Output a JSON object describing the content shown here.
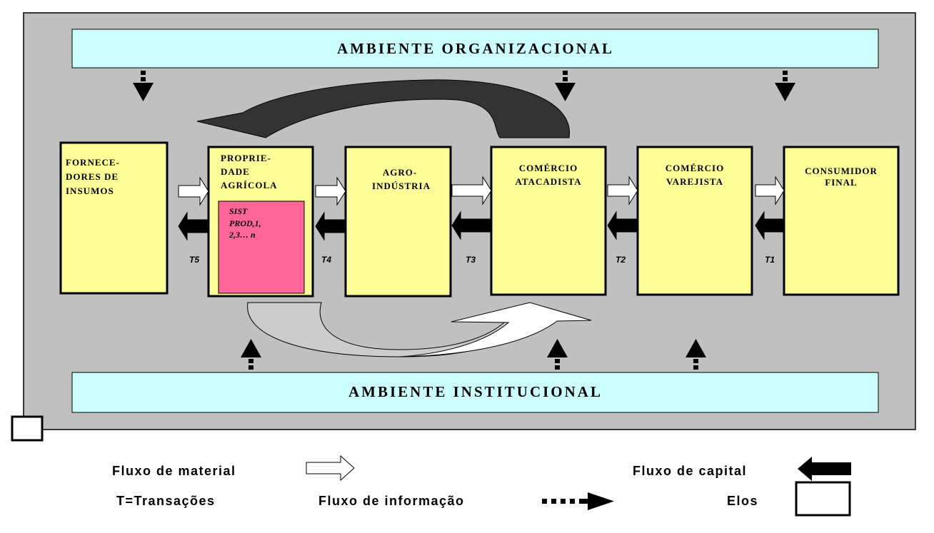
{
  "environments": {
    "organizational": "AMBIENTE ORGANIZACIONAL",
    "institutional": "AMBIENTE INSTITUCIONAL"
  },
  "links": [
    {
      "id": "fornecedores",
      "lines": [
        "FORNECE-",
        "DORES DE",
        "INSUMOS"
      ]
    },
    {
      "id": "propriedade",
      "lines": [
        "PROPRIE-",
        "DADE",
        "AGRÍCOLA"
      ]
    },
    {
      "id": "agroindustria",
      "lines": [
        "AGRO-",
        "INDÚSTRIA"
      ]
    },
    {
      "id": "atacadista",
      "lines": [
        "COMÉRCIO",
        "ATACADISTA"
      ]
    },
    {
      "id": "varejista",
      "lines": [
        "COMÉRCIO",
        "VAREJISTA"
      ]
    },
    {
      "id": "consumidor",
      "lines": [
        "CONSUMIDOR",
        "FINAL"
      ]
    }
  ],
  "production_system": {
    "lines": [
      "SIST",
      "PROD,1,",
      "2,3… n"
    ]
  },
  "transactions": [
    "T5",
    "T4",
    "T3",
    "T2",
    "T1"
  ],
  "legend": {
    "material_flow": "Fluxo de material",
    "capital_flow": "Fluxo de capital",
    "transactions": "T=Transações",
    "information_flow": "Fluxo de informação",
    "links": "Elos"
  },
  "colors": {
    "panel": "#c0c0c0",
    "environment": "#ccffff",
    "link_box": "#ffff99",
    "production_system": "#ff6699",
    "arc_dark": "#333333",
    "arc_light": "#cccccc"
  }
}
